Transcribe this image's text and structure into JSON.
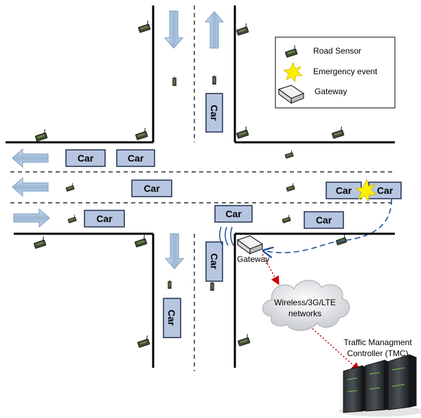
{
  "diagram": {
    "car_label": "Car",
    "legend": {
      "road_sensor": "Road Sensor",
      "emergency_event": "Emergency event",
      "gateway": "Gateway"
    },
    "gateway_label": "Gateway",
    "network_line1": "Wireless/3G/LTE",
    "network_line2": "networks",
    "tmc_line1": "Traffic Managment",
    "tmc_line2": "Controller (TMC)",
    "colors": {
      "car_fill": "#b7c6e0",
      "car_stroke": "#1f2f4f",
      "arrow_fill": "#9fbad8",
      "road_line": "#000000",
      "dashed_path": "#1f4e9a",
      "emergency_star": "#ffee00",
      "network_link": "#cc0000"
    }
  }
}
